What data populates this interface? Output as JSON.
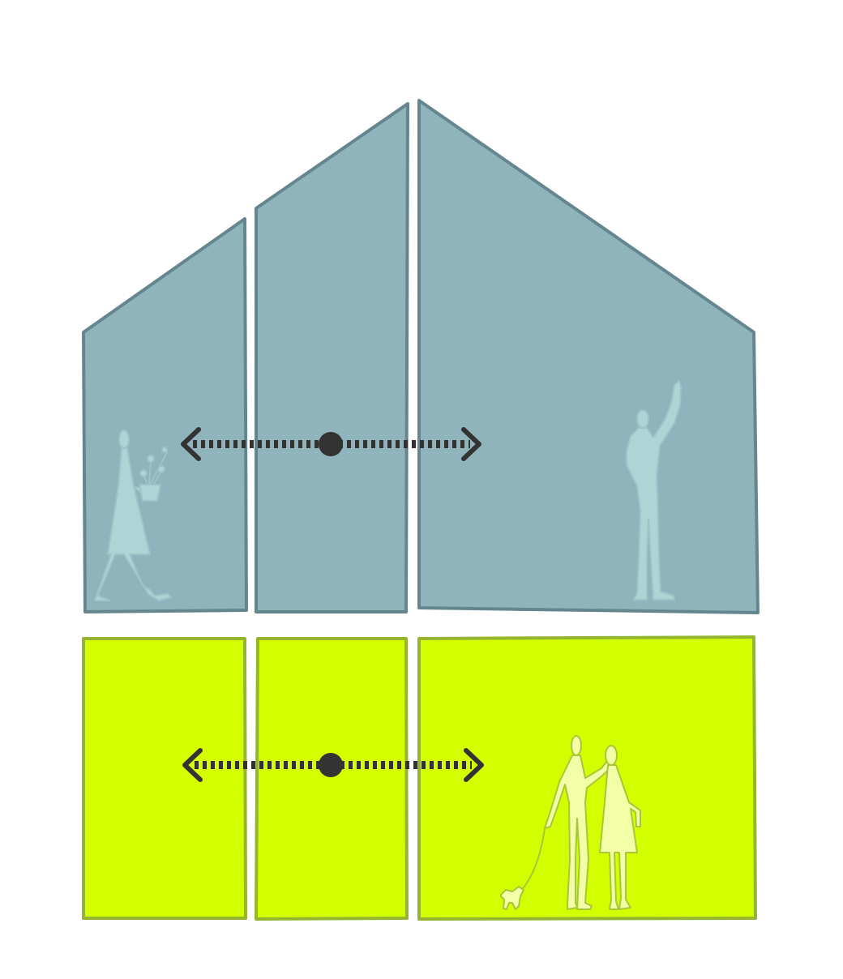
{
  "colors": {
    "background": "#ffffff",
    "upper_fill": "#8fb4bb",
    "upper_stroke": "#66868f",
    "upper_figure_fill": "#b0d4d5",
    "upper_figure_stroke": "#9fc3c6",
    "lower_fill": "#d4ff00",
    "lower_stroke": "#95b52f",
    "lower_figure_fill": "#f2ffa6",
    "lower_figure_stroke": "#a8c738",
    "arrow": "#333333"
  },
  "levels": [
    {
      "name": "upper-level",
      "panels": 3,
      "icons": [
        "woman-with-plant-icon",
        "waving-person-icon",
        "double-arrow-icon"
      ]
    },
    {
      "name": "lower-level",
      "panels": 3,
      "icons": [
        "couple-icon",
        "dog-icon",
        "double-arrow-icon"
      ]
    }
  ]
}
